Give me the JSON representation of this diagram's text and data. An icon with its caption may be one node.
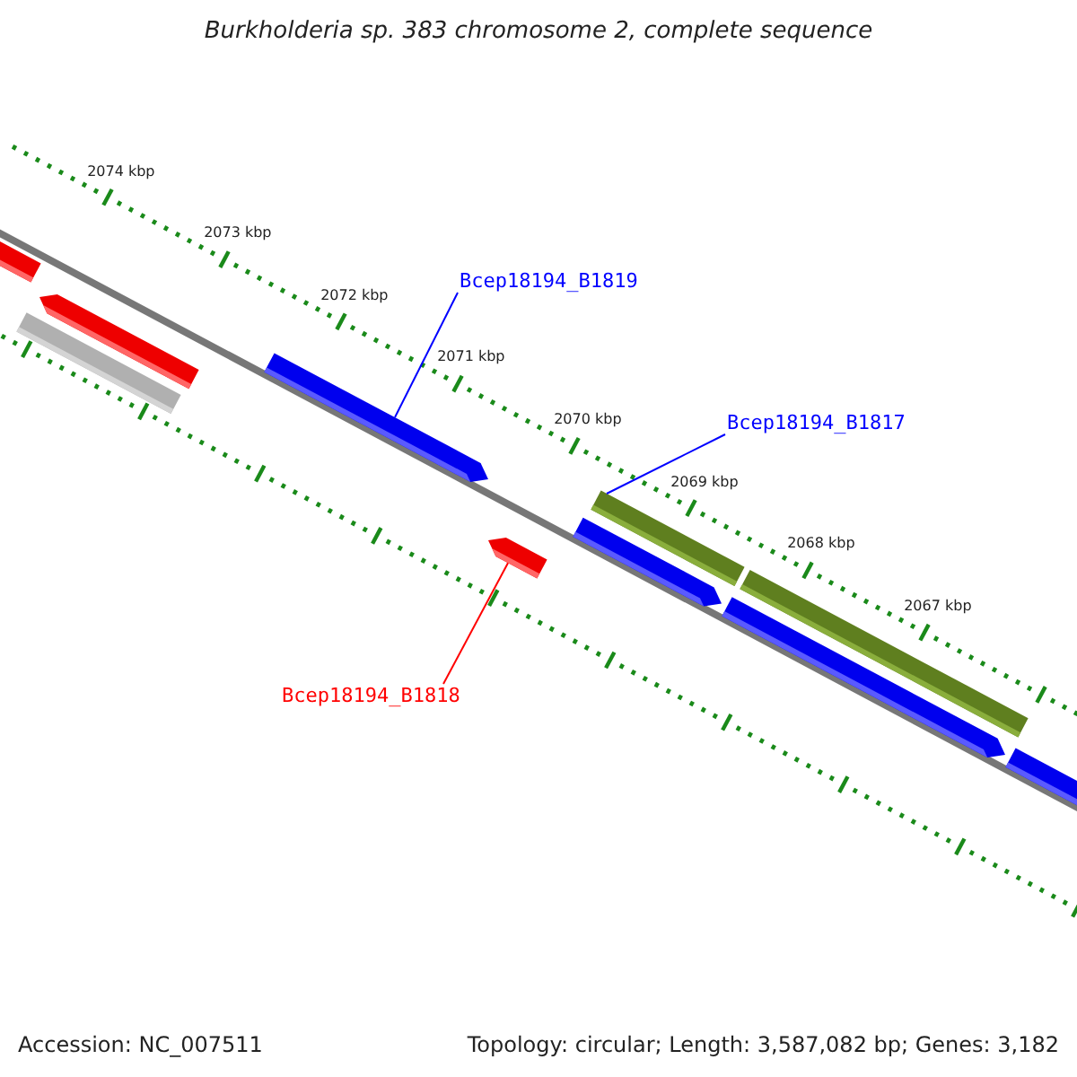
{
  "diagram": {
    "title": "Burkholderia sp. 383 chromosome 2, complete sequence",
    "nodes": [
      {
        "text": [
          "Bcep18194_B1819"
        ]
      },
      {
        "text": [],
        "shape": "arrow"
      },
      {
        "text": [
          "Bcep18194_B1817"
        ]
      },
      {
        "text": [],
        "shape": "bar"
      },
      {
        "text": [
          "Bcep18194_B1818"
        ]
      },
      {
        "text": [],
        "shape": "arrow"
      },
      {
        "text": [],
        "shape": "arrow"
      },
      {
        "text": [],
        "shape": "arrow"
      },
      {
        "text": [],
        "shape": "bar"
      },
      {
        "text": [],
        "shape": "bar"
      },
      {
        "text": [],
        "shape": "arrow"
      },
      {
        "text": [],
        "shape": "arrow"
      },
      {
        "text": [],
        "shape": "arrow"
      }
    ],
    "edges": [
      {
        "from": 0,
        "to": 1,
        "arrow": "none"
      },
      {
        "from": 2,
        "to": 3,
        "arrow": "none"
      },
      {
        "from": 4,
        "to": 5,
        "arrow": "none",
        "color": "#ff0000"
      }
    ],
    "labels": [
      "2074 kbp",
      "2073 kbp",
      "2072 kbp",
      "2071 kbp",
      "2070 kbp",
      "2069 kbp",
      "2068 kbp",
      "2067 kbp",
      "Accession: NC_007511",
      "Topology: circular; Length: 3,587,082 bp; Genes: 3,182"
    ]
  }
}
